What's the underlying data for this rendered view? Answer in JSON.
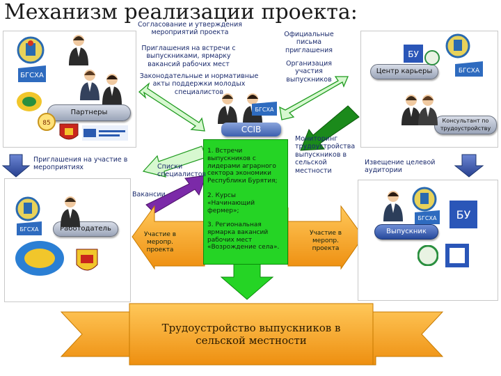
{
  "title": "Механизм реализации проекта:",
  "top_notes": {
    "approval": "Согласование и утверждения мероприятий проекта",
    "invitations": "Приглашения на встречи с выпускниками, ярмарку вакансий рабочих мест",
    "laws": "Законодательные и нормативные акты поддержки молодых специалистов",
    "official_letters": "Официальные письма приглашения",
    "organization": "Организация участия выпускников"
  },
  "nodes": {
    "partners": "Партнеры",
    "career_center": "Центр карьеры",
    "consultant_sign": "Консультант по трудоустройству",
    "employer": "Работодатель",
    "graduate": "Выпускник",
    "ssib": "ССIB"
  },
  "left_notes": {
    "invites_events": "Приглашения на участие в мероприятиях",
    "lists": "Списки специалистов",
    "vacancies": "Вакансии",
    "participation": "Участие в меропр. проекта"
  },
  "right_notes": {
    "monitoring": "Мониторинг трудоустройства выпускников в сельской местности",
    "notice": "Извещение целевой аудитории",
    "participation": "Участие в меропр. проекта"
  },
  "green_items": [
    "1. Встречи выпускников с лидерами аграрного сектора экономики Республики Бурятия;",
    "2. Курсы «Начинающий фермер»;",
    "3. Региональная ярмарка вакансий рабочих мест «Возрождение села»."
  ],
  "banner": "Трудоустройство выпускников в сельской местности",
  "colors": {
    "title": "#1a1a1a",
    "text": "#1a2a6c",
    "green": "#25d425",
    "orange": "#f5a623",
    "purple": "#7b2aa8",
    "arrow_blue": "#2e4a9e",
    "light_green": "#b9f0b0"
  },
  "icons": [
    "person-icon",
    "bgsha-logo",
    "university-logo",
    "emblem-logo",
    "stadium-logo",
    "banner-logo"
  ]
}
